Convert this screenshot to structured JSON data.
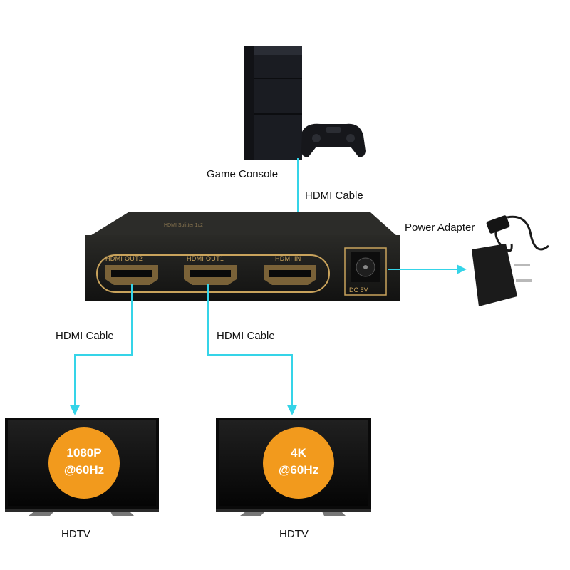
{
  "labels": {
    "game_console": "Game Console",
    "hdmi_cable_top": "HDMI Cable",
    "power_adapter": "Power Adapter",
    "hdmi_cable_left": "HDMI Cable",
    "hdmi_cable_right": "HDMI Cable",
    "hdtv_left": "HDTV",
    "hdtv_right": "HDTV"
  },
  "splitter": {
    "ports": {
      "out2": "HDMI OUT2",
      "out1": "HDMI OUT1",
      "in": "HDMI IN"
    },
    "dc_label": "DC 5V"
  },
  "tv_left": {
    "badge_line1": "1080P",
    "badge_line2": "@60Hz"
  },
  "tv_right": {
    "badge_line1": "4K",
    "badge_line2": "@60Hz"
  },
  "colors": {
    "wire": "#35d4e8",
    "device_body": "#1c1c1a",
    "gold_accent": "#c9a35c",
    "badge": "#f29a1d"
  }
}
